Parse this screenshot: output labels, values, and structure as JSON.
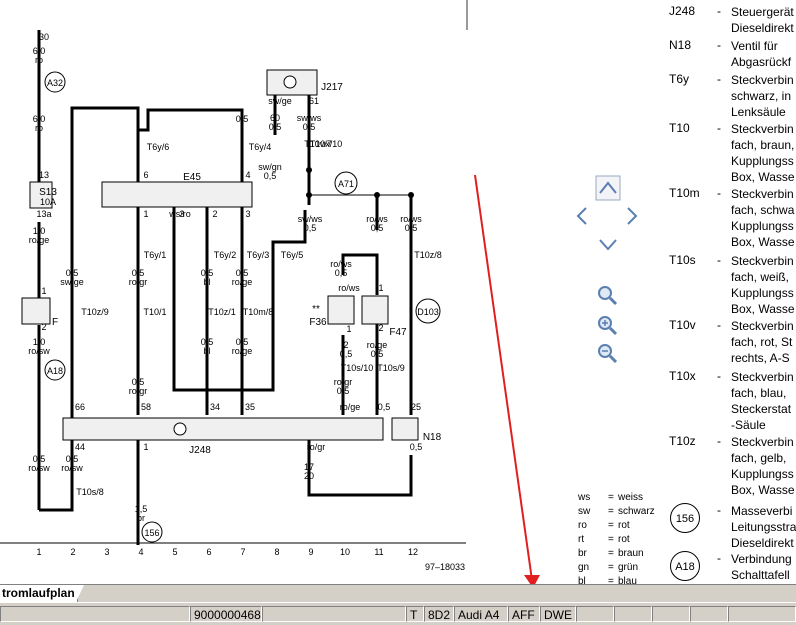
{
  "diagram": {
    "wire_labels": [
      "30",
      "6,0",
      "ro",
      "6,0",
      "ro",
      "13",
      "13a",
      "1,0",
      "ro/ge",
      "1",
      "2",
      "1,0",
      "ro/sw",
      "0,5",
      "ro/sw",
      "0,5",
      "sw/ge",
      "66",
      "44",
      "0,5",
      "ro/sw",
      "6",
      "1",
      "0,5",
      "ro/gr",
      "0,5",
      "ro/gr",
      "58",
      "1",
      "1,5",
      "br",
      "2",
      "3",
      "0,5",
      "bl",
      "0,5",
      "bl",
      "34",
      "4",
      "3",
      "0,5",
      "ro/ge",
      "0,5",
      "ro/ge",
      "35",
      "0,5",
      "sw/ge",
      "61",
      "60",
      "0,5",
      "sw/ws",
      "0,5",
      "sw/gn",
      "0,5",
      "sw/ws",
      "0,5",
      "ro/ws",
      "0,5",
      "ro/ws",
      "0,5",
      "ro/ws",
      "0,5",
      "ro/ws",
      "1",
      "2",
      "1",
      "2",
      "0,5",
      "ro/ge",
      "0,5",
      "ro/gr",
      "0,5",
      "ro/ge",
      "0,5",
      "ro/gr",
      "17",
      "20",
      "25",
      "0,5",
      "ws/ro",
      "2",
      "1",
      "5"
    ],
    "connectors": [
      "T6y/6",
      "T6y/4",
      "T10v/7",
      "T10x/10",
      "T10z/9",
      "T6y/1",
      "T10/1",
      "T6y/2",
      "T6y/3",
      "T6y/5",
      "T10z/1",
      "T10m/8",
      "T10s/10",
      "T10s/9",
      "T10z/8",
      "T10s/8"
    ],
    "components": {
      "j217": "J217",
      "e45": "E45",
      "s13": "S13",
      "s13_amp": "10A",
      "f": "F",
      "f36": "F36",
      "f47": "F47",
      "j248": "J248",
      "n18": "N18",
      "a32": "A32",
      "a18": "A18",
      "a71": "A71",
      "d103": "D103",
      "g156": "156",
      "stars": "**"
    },
    "track_numbers": [
      "1",
      "2",
      "3",
      "4",
      "5",
      "6",
      "7",
      "8",
      "9",
      "10",
      "11",
      "12"
    ],
    "ref_number": "97–18033"
  },
  "legend": {
    "items": [
      {
        "code": "J248",
        "lines": [
          "Steuergerät",
          "Dieseldirekt"
        ]
      },
      {
        "code": "N18",
        "lines": [
          "Ventil für",
          "Abgasrückf"
        ]
      },
      {
        "code": "T6y",
        "lines": [
          "Steckverbin",
          "schwarz, in",
          "Lenksäule"
        ]
      },
      {
        "code": "T10",
        "lines": [
          "Steckverbin",
          "fach, braun,",
          "Kupplungss",
          "Box, Wasse"
        ]
      },
      {
        "code": "T10m",
        "lines": [
          "Steckverbin",
          "fach, schwa",
          "Kupplungss",
          "Box, Wasse"
        ]
      },
      {
        "code": "T10s",
        "lines": [
          "Steckverbin",
          "fach, weiß,",
          "Kupplungss",
          "Box, Wasse"
        ]
      },
      {
        "code": "T10v",
        "lines": [
          "Steckverbin",
          "fach, rot, St",
          "rechts, A-S"
        ]
      },
      {
        "code": "T10x",
        "lines": [
          "Steckverbin",
          "fach, blau,",
          "Steckerstat",
          "-Säule"
        ]
      },
      {
        "code": "T10z",
        "lines": [
          "Steckverbin",
          "fach, gelb,",
          "Kupplungss",
          "Box, Wasse"
        ]
      }
    ],
    "circle_items": [
      {
        "code": "156",
        "lines": [
          "Masseverbi",
          "Leitungsstra",
          "Dieseldirekt"
        ]
      },
      {
        "code": "A18",
        "lines": [
          "Verbindung",
          "Schalttafell"
        ]
      }
    ],
    "abbreviations": [
      {
        "k": "ws",
        "v": "weiss"
      },
      {
        "k": "sw",
        "v": "schwarz"
      },
      {
        "k": "ro",
        "v": "rot"
      },
      {
        "k": "rt",
        "v": "rot"
      },
      {
        "k": "br",
        "v": "braun"
      },
      {
        "k": "gn",
        "v": "grün"
      },
      {
        "k": "bl",
        "v": "blau"
      }
    ]
  },
  "tab": {
    "label": "tromlaufplan"
  },
  "statusbar": {
    "id": "9000000468",
    "t": "T",
    "engine": "8D2",
    "model": "Audi A4",
    "code1": "AFF",
    "code2": "DWE"
  },
  "colors": {
    "arrow": "#e02020",
    "nav": "#5a7fb0",
    "wire": "#000000"
  }
}
